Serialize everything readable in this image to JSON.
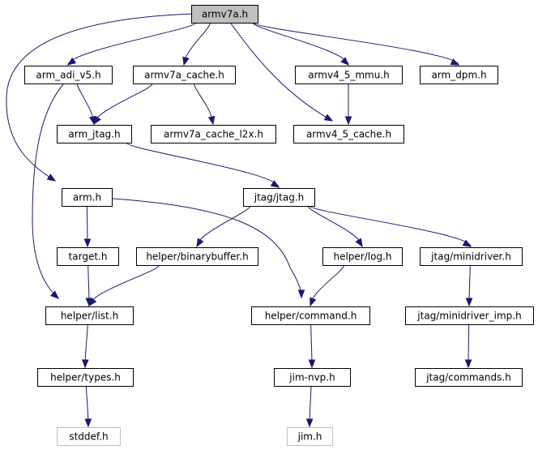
{
  "diagram": {
    "colors": {
      "edge": "#191970",
      "root_fill": "#bfbfbf",
      "node_border": "#000000",
      "missing_border": "#bfbfbf"
    },
    "nodes": [
      {
        "id": "armv7a",
        "label": "armv7a.h",
        "kind": "root"
      },
      {
        "id": "arm_adi_v5",
        "label": "arm_adi_v5.h",
        "kind": "normal"
      },
      {
        "id": "armv7a_cache",
        "label": "armv7a_cache.h",
        "kind": "normal"
      },
      {
        "id": "armv4_5_mmu",
        "label": "armv4_5_mmu.h",
        "kind": "normal"
      },
      {
        "id": "arm_dpm",
        "label": "arm_dpm.h",
        "kind": "normal"
      },
      {
        "id": "arm_jtag",
        "label": "arm_jtag.h",
        "kind": "normal"
      },
      {
        "id": "armv7a_l2x",
        "label": "armv7a_cache_l2x.h",
        "kind": "normal"
      },
      {
        "id": "armv4_5_cache",
        "label": "armv4_5_cache.h",
        "kind": "normal"
      },
      {
        "id": "arm",
        "label": "arm.h",
        "kind": "normal"
      },
      {
        "id": "jtag",
        "label": "jtag/jtag.h",
        "kind": "normal"
      },
      {
        "id": "target",
        "label": "target.h",
        "kind": "normal"
      },
      {
        "id": "binbuf",
        "label": "helper/binarybuffer.h",
        "kind": "normal"
      },
      {
        "id": "log",
        "label": "helper/log.h",
        "kind": "normal"
      },
      {
        "id": "minidriver",
        "label": "jtag/minidriver.h",
        "kind": "normal"
      },
      {
        "id": "list",
        "label": "helper/list.h",
        "kind": "normal"
      },
      {
        "id": "command",
        "label": "helper/command.h",
        "kind": "normal"
      },
      {
        "id": "minidriver_imp",
        "label": "jtag/minidriver_imp.h",
        "kind": "normal"
      },
      {
        "id": "types",
        "label": "helper/types.h",
        "kind": "normal"
      },
      {
        "id": "jimnvp",
        "label": "jim-nvp.h",
        "kind": "normal"
      },
      {
        "id": "commands",
        "label": "jtag/commands.h",
        "kind": "normal"
      },
      {
        "id": "stddef",
        "label": "stddef.h",
        "kind": "missing"
      },
      {
        "id": "jim",
        "label": "jim.h",
        "kind": "missing"
      }
    ],
    "edges": [
      [
        "armv7a",
        "arm_adi_v5"
      ],
      [
        "armv7a",
        "armv7a_cache"
      ],
      [
        "armv7a",
        "armv4_5_mmu"
      ],
      [
        "armv7a",
        "arm_dpm"
      ],
      [
        "armv7a",
        "armv4_5_cache"
      ],
      [
        "armv7a",
        "arm"
      ],
      [
        "arm_adi_v5",
        "arm_jtag"
      ],
      [
        "arm_adi_v5",
        "list"
      ],
      [
        "armv7a_cache",
        "arm_jtag"
      ],
      [
        "armv7a_cache",
        "armv7a_l2x"
      ],
      [
        "armv4_5_mmu",
        "armv4_5_cache"
      ],
      [
        "arm_jtag",
        "jtag"
      ],
      [
        "arm",
        "target"
      ],
      [
        "arm",
        "command"
      ],
      [
        "jtag",
        "binbuf"
      ],
      [
        "jtag",
        "log"
      ],
      [
        "jtag",
        "minidriver"
      ],
      [
        "target",
        "list"
      ],
      [
        "binbuf",
        "list"
      ],
      [
        "log",
        "command"
      ],
      [
        "minidriver",
        "minidriver_imp"
      ],
      [
        "list",
        "types"
      ],
      [
        "command",
        "jimnvp"
      ],
      [
        "minidriver_imp",
        "commands"
      ],
      [
        "types",
        "stddef"
      ],
      [
        "jimnvp",
        "jim"
      ]
    ]
  }
}
